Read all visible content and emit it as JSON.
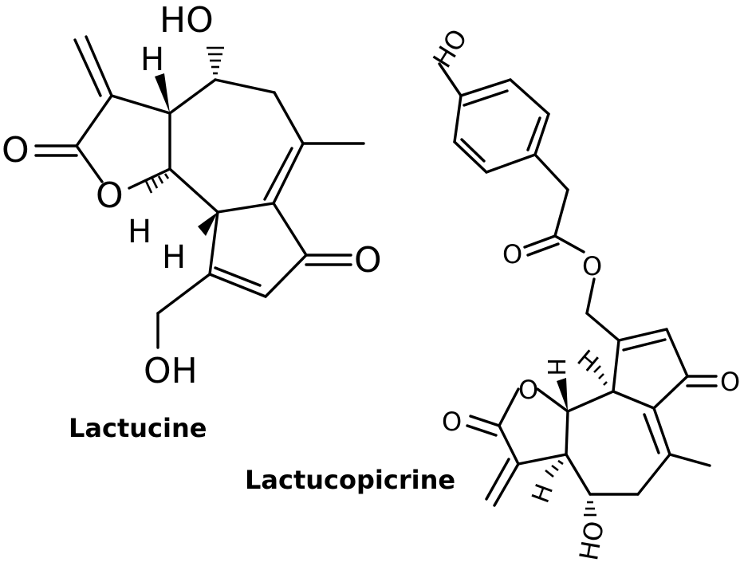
{
  "figure": {
    "background": "#ffffff",
    "ink": "#000000"
  },
  "lactucine": {
    "name": "Lactucine",
    "atoms": {
      "oh_top": "HO",
      "h_top": "H",
      "carbonyl_o": "O",
      "ring_o": "O",
      "h_mid": "H",
      "h_low": "H",
      "ketone_o": "O",
      "oh_bottom": "OH"
    }
  },
  "lactucopicrine": {
    "name": "Lactucopicrine",
    "atoms": {
      "phenol_oh": "HO",
      "ester_carbonyl_o": "O",
      "ester_o": "O",
      "ring_o": "O",
      "h_a": "H",
      "h_b": "H",
      "ketone_o": "O",
      "lactone_carbonyl_o": "O",
      "h_c": "H",
      "oh_bottom": "HO"
    }
  }
}
